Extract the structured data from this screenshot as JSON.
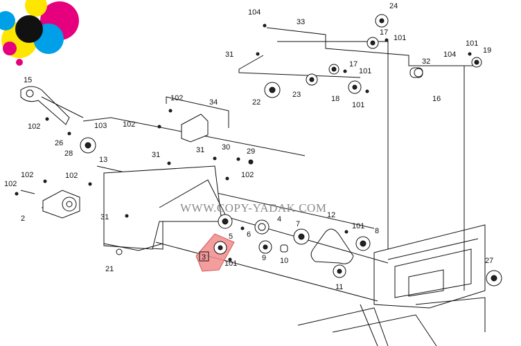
{
  "watermark": "WWW.COPY-YADAK.COM",
  "logo": {
    "colors": [
      "#e6007e",
      "#ffe600",
      "#00a0e9",
      "#111111"
    ]
  },
  "highlight": {
    "label": "3",
    "color": "#f28c8c"
  },
  "callouts": {
    "c104a": "104",
    "c33": "33",
    "c24": "24",
    "c17a": "17",
    "c101a": "101",
    "c31a": "31",
    "c101b": "101",
    "c104b": "104",
    "c19": "19",
    "c17b": "17",
    "c101c": "101",
    "c32": "32",
    "c15": "15",
    "c22": "22",
    "c23": "23",
    "c18": "18",
    "c101d": "101",
    "c16": "16",
    "c102a": "102",
    "c34": "34",
    "c102b": "102",
    "c103": "103",
    "c102c": "102",
    "c26": "26",
    "c28": "28",
    "c31b": "31",
    "c31c": "31",
    "c30": "30",
    "c29": "29",
    "c13": "13",
    "c102d": "102",
    "c102e": "102",
    "c102f": "102",
    "c102g": "102",
    "c2": "2",
    "c31d": "31",
    "c12": "12",
    "c4": "4",
    "c5": "5",
    "c6": "6",
    "c7": "7",
    "c101e": "101",
    "c8": "8",
    "c101f": "101",
    "c9": "9",
    "c10": "10",
    "c11": "11",
    "c21": "21",
    "c27": "27"
  }
}
